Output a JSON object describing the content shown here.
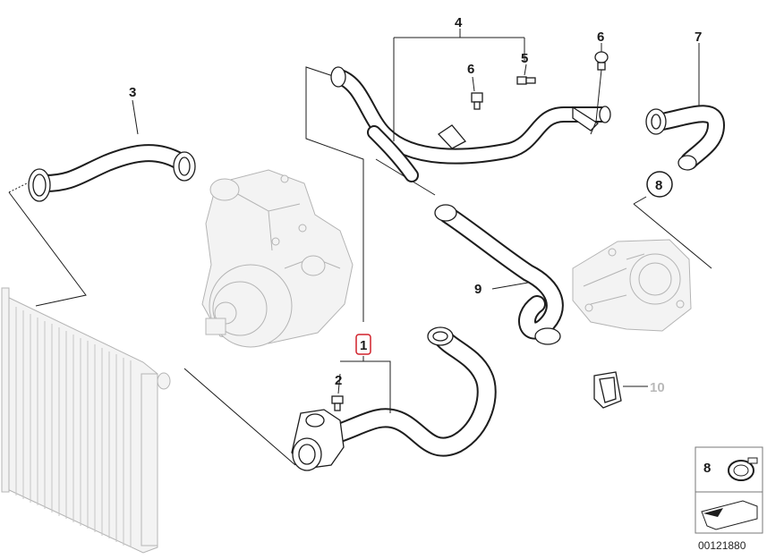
{
  "diagram": {
    "title": "Cooling system water hoses",
    "callouts": [
      {
        "id": "c1",
        "label": "1",
        "highlighted": true
      },
      {
        "id": "c2",
        "label": "2"
      },
      {
        "id": "c3",
        "label": "3"
      },
      {
        "id": "c4",
        "label": "4"
      },
      {
        "id": "c5",
        "label": "5"
      },
      {
        "id": "c6a",
        "label": "6"
      },
      {
        "id": "c6b",
        "label": "6"
      },
      {
        "id": "c7",
        "label": "7"
      },
      {
        "id": "c8",
        "label": "8",
        "circled": true
      },
      {
        "id": "c9",
        "label": "9"
      },
      {
        "id": "c10",
        "label": "10",
        "grayed": true
      }
    ],
    "legend": {
      "item_label": "8",
      "diagram_id": "00121880"
    },
    "colors": {
      "line": "#1d1d1d",
      "highlight": "#d0202a",
      "ghost": "#b4b4b4",
      "inactive_label": "#b9b9b9"
    }
  }
}
